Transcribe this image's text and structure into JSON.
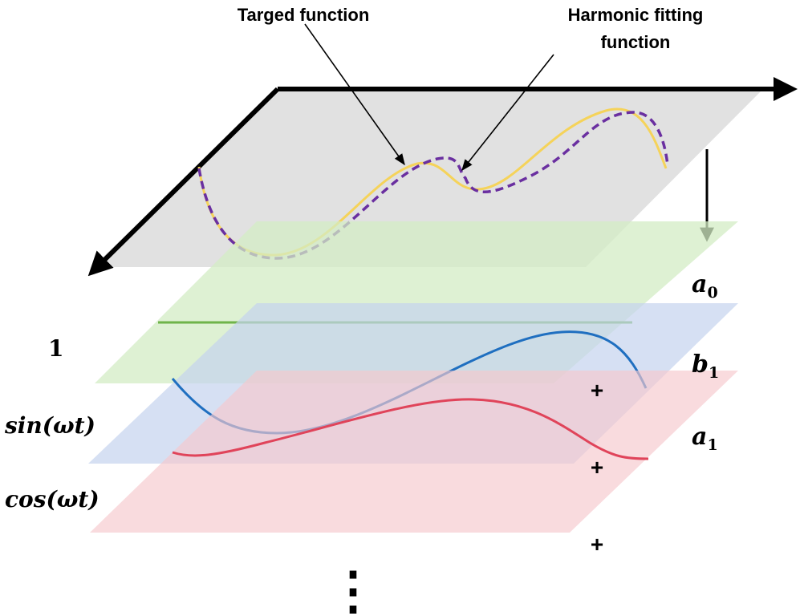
{
  "annotations": {
    "target_label": "Targed function",
    "fit_label_line1": "Harmonic fitting",
    "fit_label_line2": "function"
  },
  "basis_labels": {
    "one": "1",
    "sin": "sin",
    "cos": "cos",
    "arg": "(ωt)"
  },
  "coefficients": {
    "a": "a",
    "b": "b",
    "a0_sub": "0",
    "b1_sub": "1",
    "a1_sub": "1"
  },
  "operators": {
    "plus": "+",
    "ellipsis_dots": "⋮"
  },
  "colors": {
    "target_curve": "#f5d35a",
    "fit_curve": "#6a2fa0",
    "plane_gray": "#d9d9d9",
    "plane_green": "#d3ecc4",
    "plane_blue": "#c5d3ee",
    "plane_red": "#f6c7cc",
    "const_line": "#6fb44a",
    "sin_curve": "#1f6fc0",
    "cos_curve": "#e0445a",
    "axis": "#000000"
  }
}
